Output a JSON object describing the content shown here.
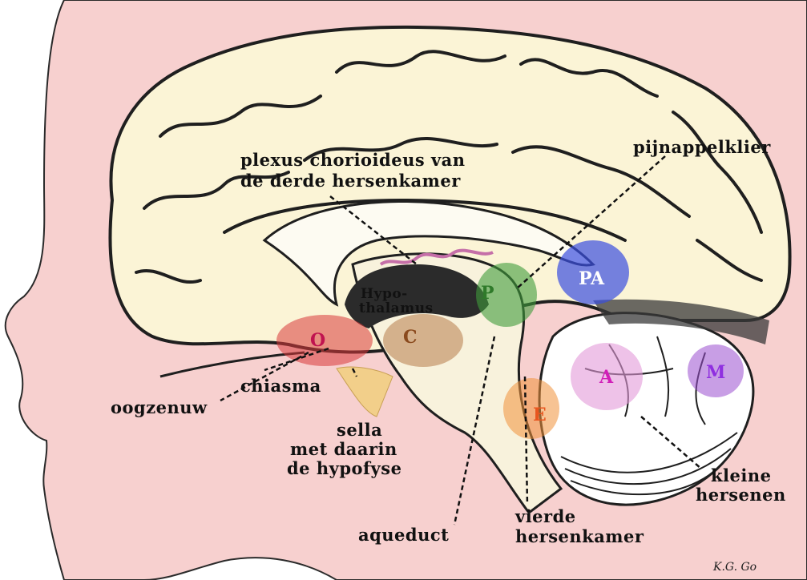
{
  "labels": {
    "plexus": "plexus chorioideus van",
    "plexus2": "de derde hersenkamer",
    "pijnappelklier": "pijnappelklier",
    "hypo1": "Hypo-",
    "hypo2": "thalamus",
    "chiasma": "chiasma",
    "oogzenuw": "oogzenuw",
    "sella1": "sella",
    "sella2": "met daarin",
    "sella3": "de hypofyse",
    "aqueduct": "aqueduct",
    "vierde1": "vierde",
    "vierde2": "hersenkamer",
    "kleine1": "kleine",
    "kleine2": "hersenen"
  },
  "circles": [
    {
      "id": "O",
      "letter": "O",
      "fill": "#d9383a",
      "text_color": "#c0134f"
    },
    {
      "id": "C",
      "letter": "C",
      "fill": "#b77b4a",
      "text_color": "#8a4a1d"
    },
    {
      "id": "P",
      "letter": "P",
      "fill": "#3f9b3a",
      "text_color": "#2f7a2a"
    },
    {
      "id": "PA",
      "letter": "PA",
      "fill": "#3a4fe0",
      "text_color": "#ffffff"
    },
    {
      "id": "E",
      "letter": "E",
      "fill": "#f0913a",
      "text_color": "#e8561f"
    },
    {
      "id": "A",
      "letter": "A",
      "fill": "#e39ad8",
      "text_color": "#d11fb8"
    },
    {
      "id": "M",
      "letter": "M",
      "fill": "#9a4fd0",
      "text_color": "#8f2fe0"
    }
  ],
  "signature": "K.G. Go",
  "colors": {
    "skin": "#f7d0cf",
    "brain": "#fbf4d6",
    "outline": "#222222"
  }
}
